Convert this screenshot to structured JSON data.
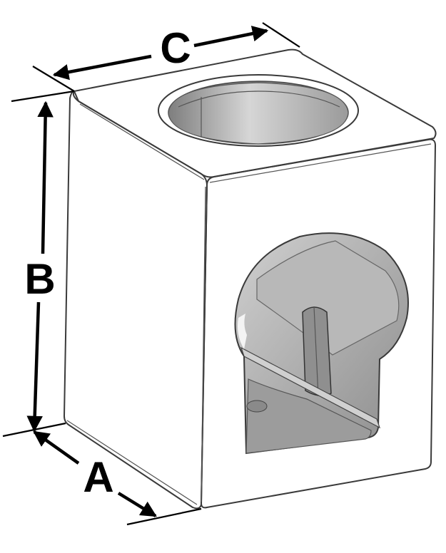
{
  "labels": {
    "a": "A",
    "b": "B",
    "c": "C"
  },
  "colors": {
    "top_face": "#b9b9b9",
    "left_face": "#a3a3a3",
    "front_face": "#acacac",
    "cavity_dark": "#8e8e8e",
    "cavity_light": "#c6c6c6",
    "bore": "#9a9a9a",
    "dimension_ink": "#000000",
    "background": "#ffffff"
  }
}
